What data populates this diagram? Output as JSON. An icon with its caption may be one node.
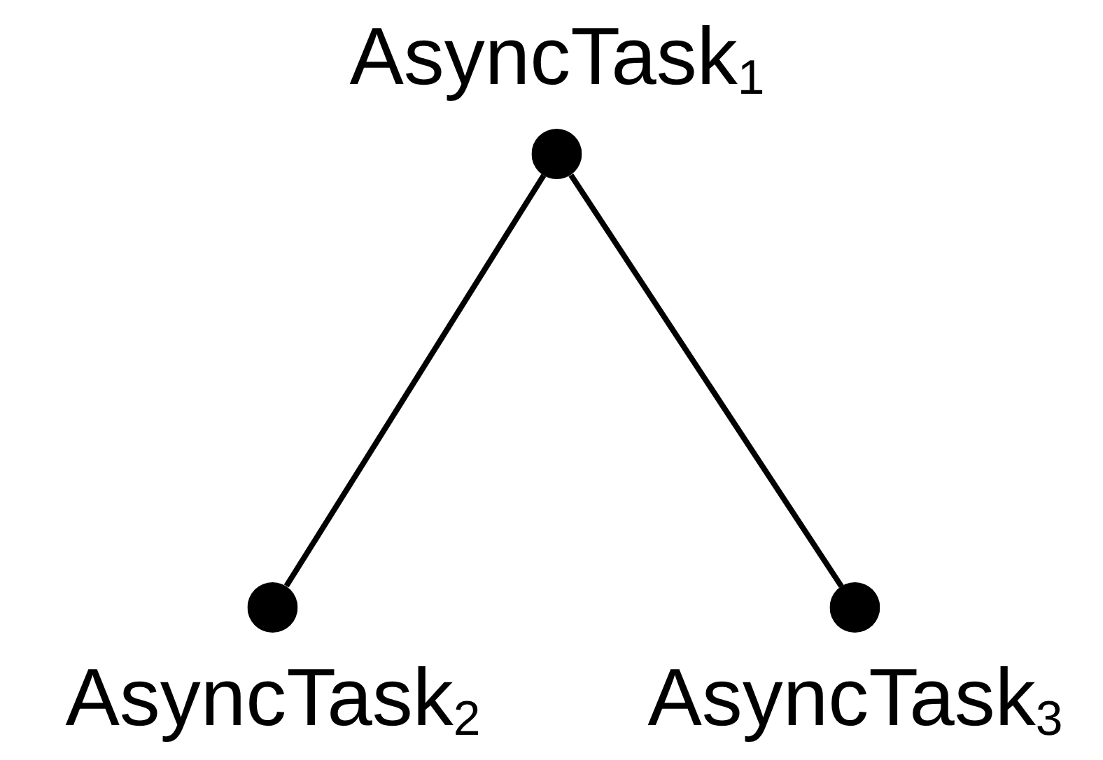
{
  "diagram": {
    "nodes": [
      {
        "text": [
          "AsyncTask$_{1}$"
        ]
      },
      {
        "text": [
          "AsyncTask$_{2}$"
        ]
      },
      {
        "text": [
          "AsyncTask$_{3}$"
        ]
      }
    ],
    "edges": [
      {
        "from": 0,
        "to": 1,
        "arrow": "none"
      },
      {
        "from": 0,
        "to": 2,
        "arrow": "none"
      }
    ]
  }
}
